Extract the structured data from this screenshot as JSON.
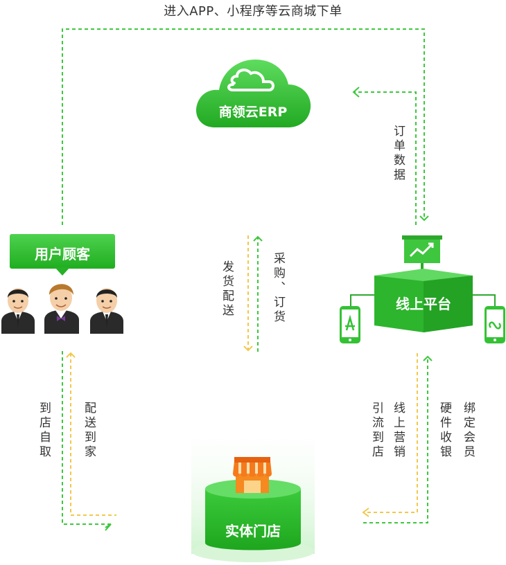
{
  "top_flow_label": "进入APP、小程序等云商城下单",
  "erp": {
    "label": "商领云ERP"
  },
  "customer": {
    "label": "用户顾客"
  },
  "platform": {
    "label": "线上平台"
  },
  "store": {
    "label": "实体门店"
  },
  "flows": {
    "order_data": "订单数据",
    "ship_delivery": "发货配送",
    "purchase_order": "采购、订货",
    "self_pickup": "到店自取",
    "home_delivery": "配送到家",
    "drainage": "引流到店",
    "online_marketing": "线上营销",
    "hardware_cashier": "硬件收银",
    "bind_member": "绑定会员"
  },
  "colors": {
    "green": "#34c234",
    "dark_green": "#1fa81f",
    "dash_green": "#3cc83c",
    "dash_yellow": "#f2c84b",
    "orange": "#f57a1c"
  }
}
